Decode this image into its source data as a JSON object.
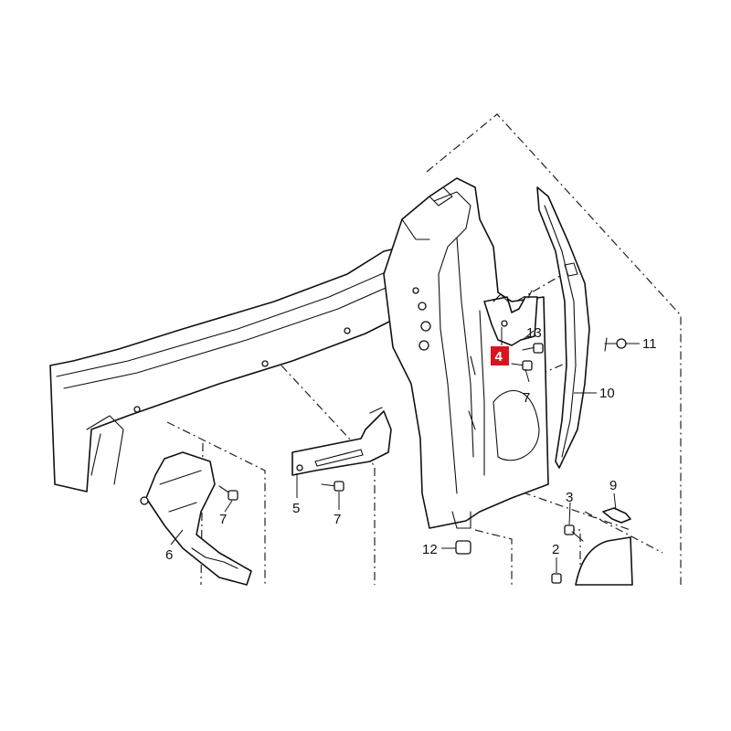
{
  "diagram": {
    "callouts": [
      {
        "id": "c1",
        "text": "4",
        "highlighted": true
      },
      {
        "id": "c2",
        "text": "13",
        "highlighted": false
      },
      {
        "id": "c3",
        "text": "7",
        "highlighted": false
      },
      {
        "id": "c4",
        "text": "11",
        "highlighted": false
      },
      {
        "id": "c5",
        "text": "10",
        "highlighted": false
      },
      {
        "id": "c6",
        "text": "9",
        "highlighted": false
      },
      {
        "id": "c7",
        "text": "3",
        "highlighted": false
      },
      {
        "id": "c8",
        "text": "2",
        "highlighted": false
      },
      {
        "id": "c9",
        "text": "12",
        "highlighted": false
      },
      {
        "id": "c10",
        "text": "5",
        "highlighted": false
      },
      {
        "id": "c11",
        "text": "7",
        "highlighted": false
      },
      {
        "id": "c12",
        "text": "7",
        "highlighted": false
      },
      {
        "id": "c13",
        "text": "6",
        "highlighted": false
      }
    ],
    "colors": {
      "highlight": "#d9141e",
      "line": "#111111",
      "background": "#ffffff"
    }
  }
}
